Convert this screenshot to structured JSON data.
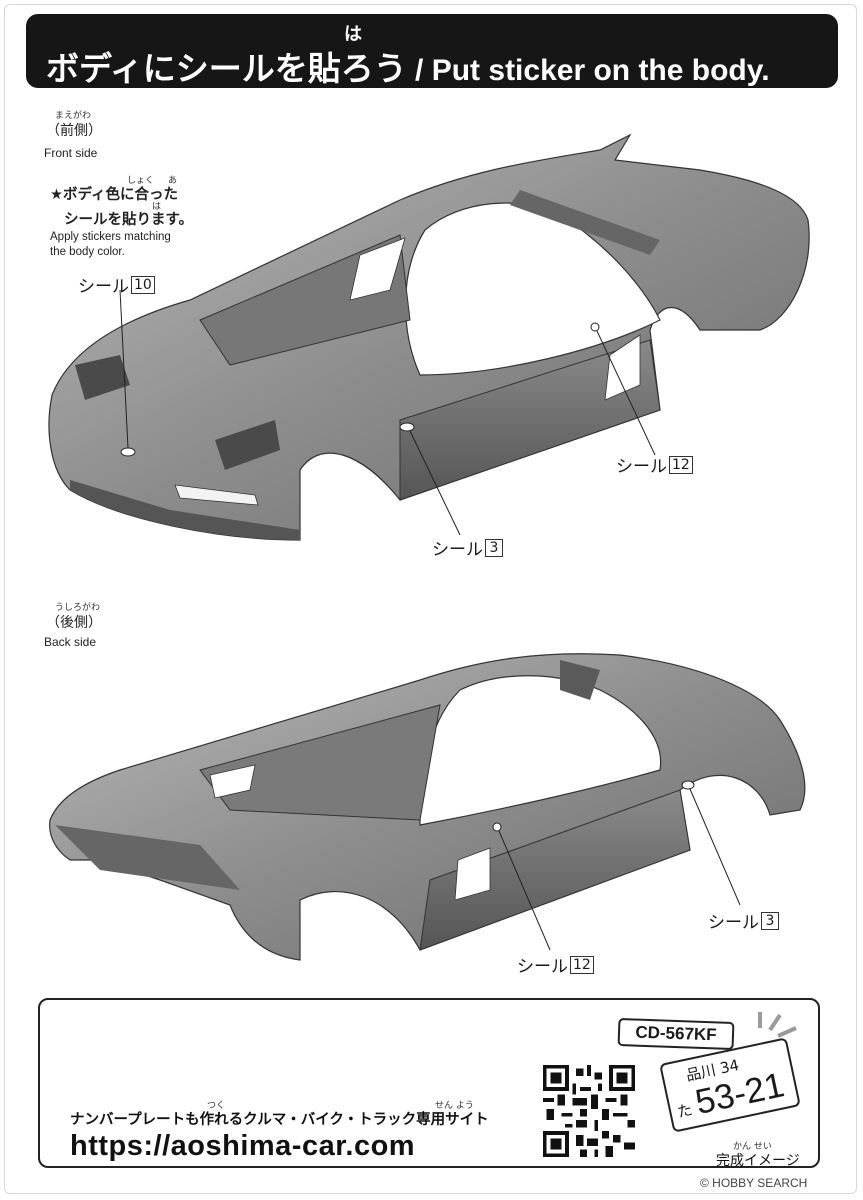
{
  "header": {
    "title_ja": "ボディにシールを貼ろう",
    "title_ruby": "は",
    "title_sep": " / ",
    "title_en": "Put sticker on the body."
  },
  "front": {
    "ruby": "まえがわ",
    "label_ja": "（前側）",
    "label_en": "Front side",
    "note_ruby_color": "しょく",
    "note_ruby_match": "あ",
    "note_line1": "★ボディ色に合った",
    "note_ruby_paste": "は",
    "note_line2": "シールを貼ります。",
    "note_en_line1": "Apply stickers matching",
    "note_en_line2": "the body color.",
    "callouts": [
      {
        "text": "シール",
        "num": "10"
      },
      {
        "text": "シール",
        "num": "12"
      },
      {
        "text": "シール",
        "num": "3"
      }
    ]
  },
  "back": {
    "ruby": "うしろがわ",
    "label_ja": "（後側）",
    "label_en": "Back side",
    "callouts": [
      {
        "text": "シール",
        "num": "3"
      },
      {
        "text": "シール",
        "num": "12"
      }
    ]
  },
  "promo": {
    "ruby_make": "つく",
    "ruby_dedicated": "せん よう",
    "text": "ナンバープレートも作れるクルマ・バイク・トラック専用サイト",
    "url": "https://aoshima-car.com",
    "plate_small": "CD-567KF",
    "plate_big_top": "品川 34",
    "plate_big_hira": "た",
    "plate_big_number": "53-21",
    "caption_ruby": "かん せい",
    "caption": "完成イメージ"
  },
  "watermark": "© HOBBY SEARCH",
  "colors": {
    "header_bg": "#161616",
    "body_gray": "#8f8f8f",
    "body_dark": "#5f5f5f"
  }
}
